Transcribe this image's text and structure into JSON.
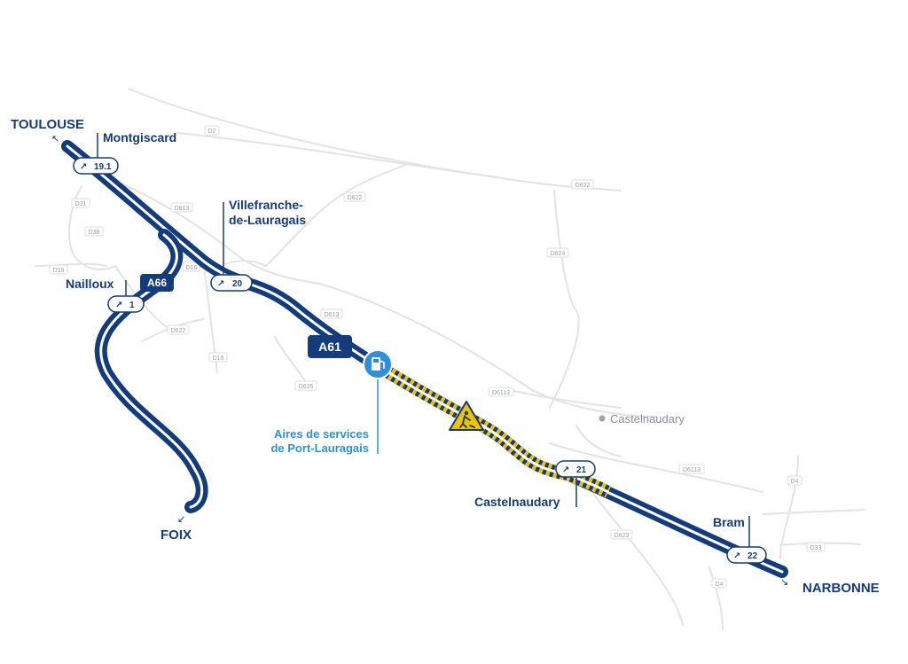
{
  "colors": {
    "motorway": "#143c7a",
    "works": "#f2c200",
    "service": "#2f8fd8",
    "minor_road": "#e2e2e2",
    "label_text": "#143c7a"
  },
  "destinations": {
    "toulouse": "TOULOUSE",
    "foix": "FOIX",
    "narbonne": "NARBONNE"
  },
  "motorways": {
    "a61": "A61",
    "a66": "A66"
  },
  "exits": [
    {
      "id": "exit-19-1",
      "number": "19.1",
      "town": "Montgiscard"
    },
    {
      "id": "exit-20",
      "number": "20",
      "town_lines": [
        "Villefranche-",
        "de-Lauragais"
      ]
    },
    {
      "id": "exit-1",
      "number": "1",
      "town": "Nailloux"
    },
    {
      "id": "exit-21",
      "number": "21",
      "town": "Castelnaudary"
    },
    {
      "id": "exit-22",
      "number": "22",
      "town": "Bram"
    }
  ],
  "service_area": {
    "lines": [
      "Aires de services",
      "de Port-Lauragais"
    ],
    "icon": "fuel-pump-icon"
  },
  "works_icon": "roadworks-warning-icon",
  "grey_town": "Castelnaudary",
  "road_labels": [
    "D2",
    "D622",
    "D622",
    "D813",
    "D31",
    "D38",
    "D19",
    "D16",
    "D622",
    "D16",
    "D625",
    "D813",
    "D624",
    "D6113",
    "D6113",
    "D623",
    "D4",
    "D33",
    "D4"
  ]
}
